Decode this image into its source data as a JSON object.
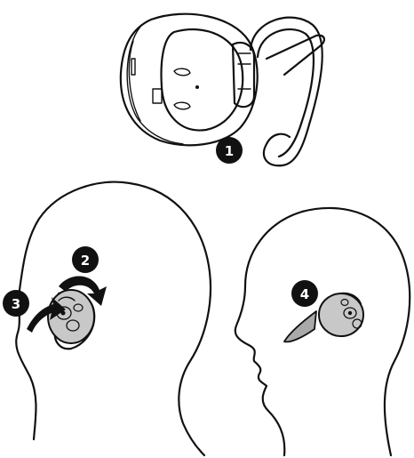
{
  "steps": [
    {
      "label": "1"
    },
    {
      "label": "2"
    },
    {
      "label": "3"
    },
    {
      "label": "4"
    }
  ],
  "colors": {
    "line": "#111111",
    "badge": "#111111",
    "earpiece_fill": "#c8c8c8",
    "earpiece_shadow": "#a9a9a9",
    "paper": "#ffffff"
  }
}
